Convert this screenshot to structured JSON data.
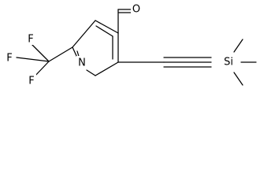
{
  "molecule": {
    "atoms": {
      "aldehyde_oxygen": "O",
      "ring_nitrogen": "N",
      "fluorine_top": "F",
      "fluorine_left": "F",
      "fluorine_bottom": "F",
      "silicon": "Si"
    }
  }
}
